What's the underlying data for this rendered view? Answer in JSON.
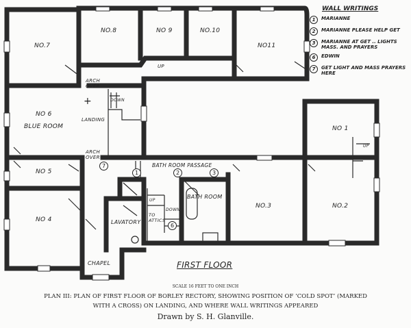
{
  "plan": {
    "rooms": {
      "no7": "NO.7",
      "no8": "NO.8",
      "no9": "NO 9",
      "no10": "NO.10",
      "no11": "NO11",
      "no6": "NO 6",
      "blue_room": "BLUE ROOM",
      "no5": "NO 5",
      "no4": "NO 4",
      "no1": "NO 1",
      "no2": "NO.2",
      "no3": "NO.3",
      "bath_room": "BATH ROOM",
      "lavatory": "LAVATORY",
      "chapel": "CHAPEL",
      "landing": "LANDING",
      "bath_room_passage": "BATH ROOM PASSAGE"
    },
    "labels": {
      "arch_over_1": "ARCH OVER",
      "arch_over_2": "ARCH OVER",
      "down_1": "DOWN",
      "up_1": "UP",
      "up_2": "UP",
      "up_3": "UP",
      "down_2": "DOWN",
      "to_attics": "TO ATTICS",
      "cold_spot": "+"
    },
    "markers": [
      "1",
      "2",
      "3",
      "6",
      "7"
    ],
    "floor_title": "FIRST FLOOR"
  },
  "legend": {
    "title": "WALL WRITINGS",
    "items": [
      {
        "num": "1",
        "text": "MARIANNE"
      },
      {
        "num": "2",
        "text": "MARIANNE PLEASE HELP GET"
      },
      {
        "num": "3",
        "text": "MARIANNE AT GET .. LIGHTS MASS. AND PRAYERS"
      },
      {
        "num": "6",
        "text": "EDWIN"
      },
      {
        "num": "7",
        "text": "GET LIGHT AND MASS PRAYERS HERE"
      }
    ]
  },
  "caption": {
    "scale": "SCALE 16 FEET TO ONE INCH",
    "line1": "PLAN III: PLAN OF FIRST FLOOR OF BORLEY RECTORY, SHOWING POSITION OF ‘COLD SPOT’ (MARKED",
    "line2": "WITH A CROSS) ON LANDING, AND WHERE WALL WRITINGS APPEARED",
    "credit": "Drawn by S. H. Glanville."
  }
}
